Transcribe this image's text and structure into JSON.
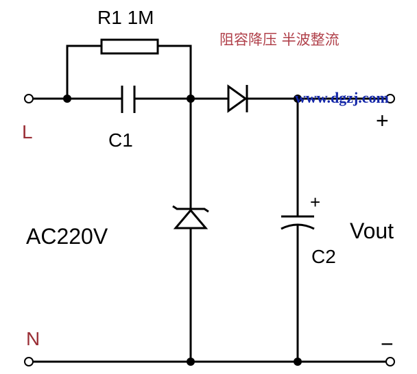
{
  "labels": {
    "r1": "R1  1M",
    "title": "阻容降压  半波整流",
    "watermark": "www.dgzj.com",
    "l": "L",
    "n": "N",
    "c1": "C1",
    "c2": "C2",
    "c2_plus": "+",
    "ac": "AC220V",
    "vout": "Vout",
    "out_plus": "+",
    "out_minus": "−"
  },
  "components": {
    "r1": "resistor",
    "c1": "capacitor",
    "diode": "rectifier-diode",
    "zener": "zener-diode",
    "c2": "electrolytic-capacitor"
  },
  "colors": {
    "wire": "#000000",
    "red_label": "#9a2f36",
    "watermark": "#1326a8"
  }
}
